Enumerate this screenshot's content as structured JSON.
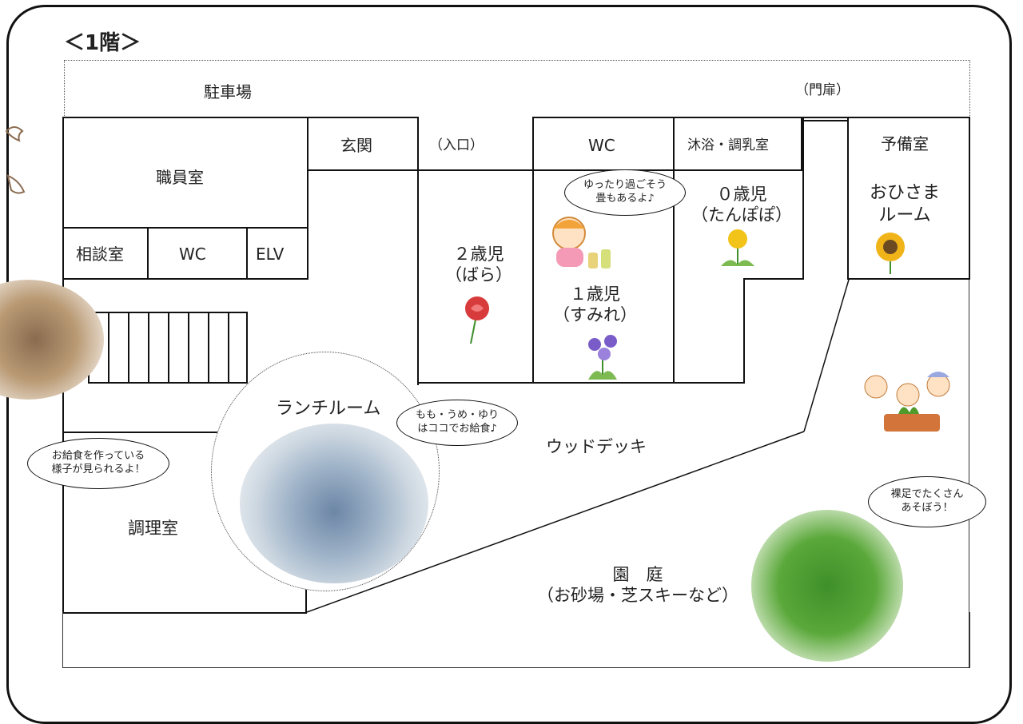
{
  "floor_title": "＜1階＞",
  "areas": {
    "parking": "駐車場",
    "gate": "（門扉）",
    "staff_room": "職員室",
    "entrance": "玄関",
    "entry": "（入口）",
    "wc_top": "WC",
    "bath_milk": "沐浴・調乳室",
    "spare_room": "予備室",
    "ohisama": "おひさま\nルーム",
    "consult": "相談室",
    "wc_left": "WC",
    "elv": "ELV",
    "age2": "２歳児\n（ばら）",
    "age1": "１歳児\n（すみれ）",
    "age0": "０歳児\n（たんぽぽ）",
    "lunch_room": "ランチルーム",
    "wood_deck": "ウッドデッキ",
    "kitchen": "調理室",
    "garden": "園　庭\n（お砂場・芝スキーなど）"
  },
  "bubbles": {
    "tatami": "ゆったり過ごそう\n畳もあるよ♪",
    "lunch": "もも・うめ・ゆり\nはココでお給食♪",
    "kitchen": "お給食を作っている\n様子が見られるよ！",
    "barefoot": "裸足でたくさん\nあそぼう！"
  },
  "colors": {
    "line": "#111111",
    "rose": "#d83b3b",
    "violet": "#7a5cc9",
    "dandelion": "#f2c318",
    "sunflower": "#f0b419",
    "grass": "#3f8f2a",
    "classroom_photo": "#b8c8d6"
  }
}
